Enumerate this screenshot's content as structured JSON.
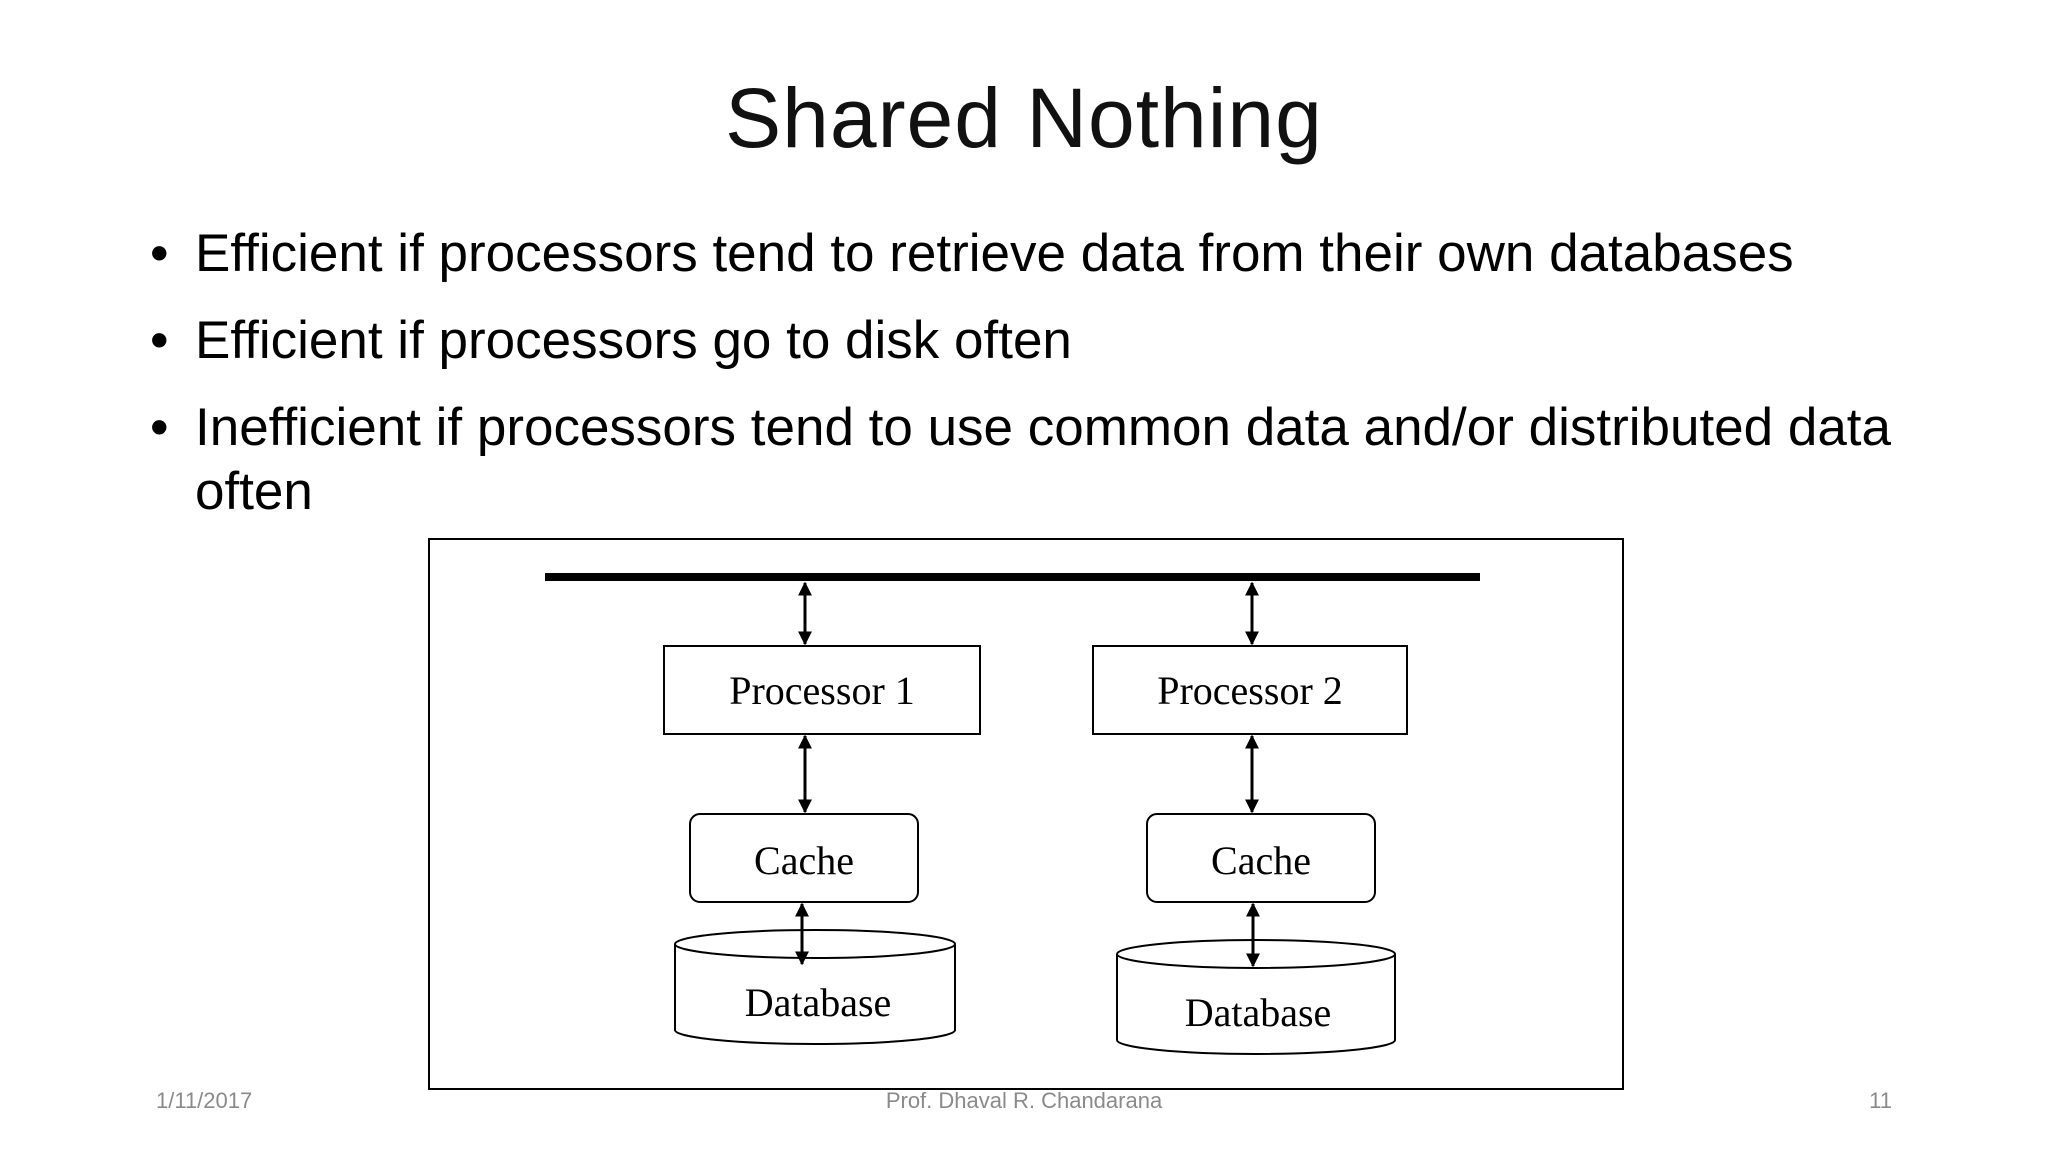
{
  "slide": {
    "title": "Shared Nothing",
    "bullet_char": "•",
    "bullets": [
      "Efficient if processors tend to retrieve data from their own databases",
      "Efficient if processors go to disk often",
      "Inefficient if processors tend to use common data and/or distributed data often"
    ]
  },
  "diagram": {
    "processor_1": "Processor 1",
    "processor_2": "Processor 2",
    "cache_1": "Cache",
    "cache_2": "Cache",
    "database_1": "Database",
    "database_2": "Database"
  },
  "footer": {
    "date": "1/11/2017",
    "author": "Prof. Dhaval R. Chandarana",
    "page_number": "11"
  }
}
